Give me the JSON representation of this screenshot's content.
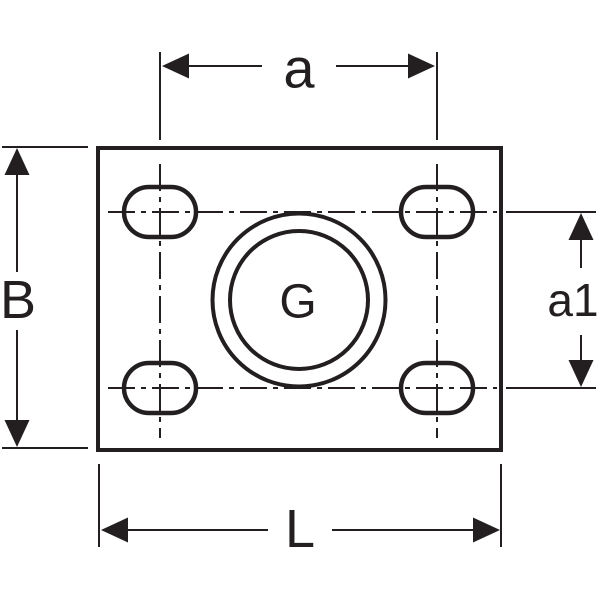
{
  "drawing": {
    "kind": "flange technical dimension drawing",
    "dimensions": {
      "top": {
        "label": "a"
      },
      "left": {
        "label": "B"
      },
      "right": {
        "label": "a1"
      },
      "bottom": {
        "label": "L"
      }
    },
    "thread": {
      "label": "G"
    },
    "colors": {
      "line": "#231f20",
      "background": "#ffffff"
    }
  }
}
